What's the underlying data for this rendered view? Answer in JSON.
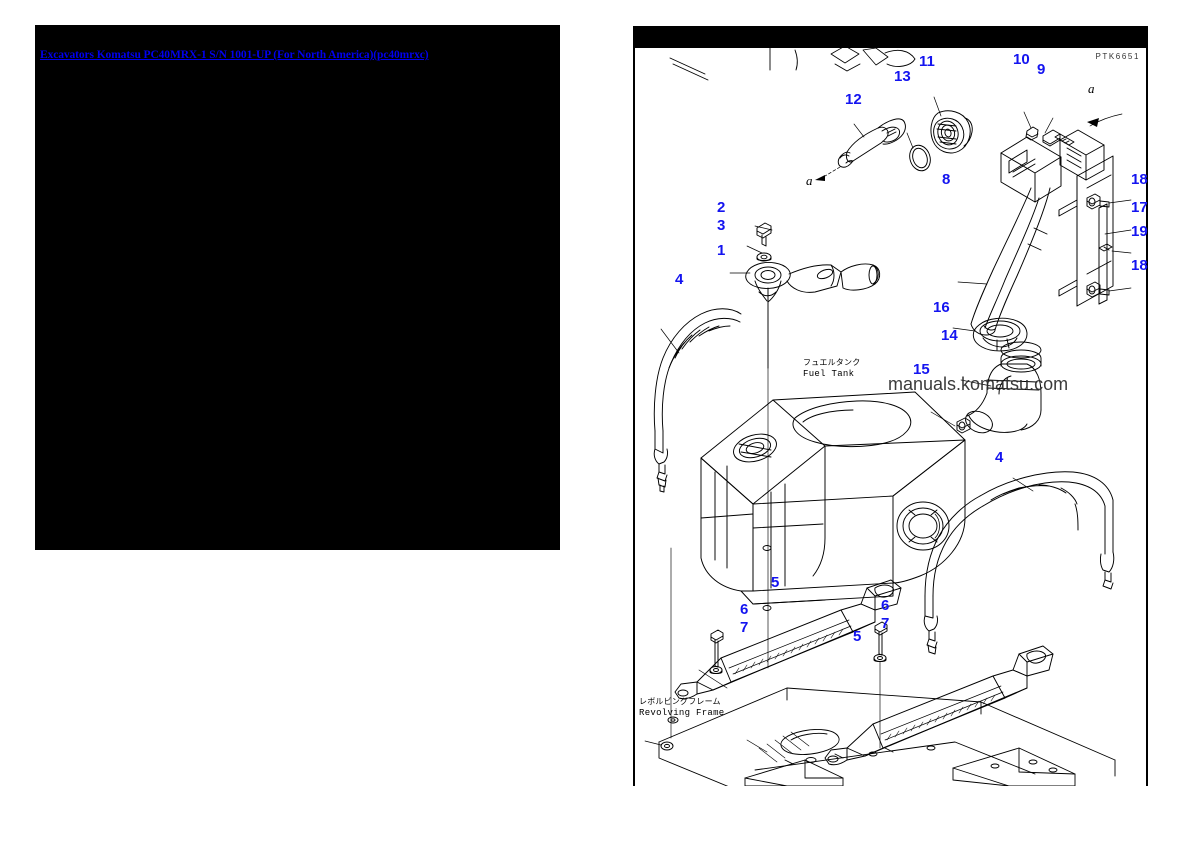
{
  "document": {
    "title_link_part1": "Excavators Komatsu ",
    "title_link_part2": "PC40MRX-1 S/N 1001-UP (For North America)(pc40mrxc)",
    "title_link_color": "#0000ee",
    "preview_background": "#000000"
  },
  "diagram": {
    "part_code": "PTK6651",
    "watermark": "manuals.komatsu.com",
    "callout_color": "#1414f0",
    "labels": [
      {
        "jp": "フュエルタンク",
        "en": "Fuel Tank"
      },
      {
        "jp": "レボルビングフレーム",
        "en": "Revolving Frame"
      }
    ],
    "section_marks": [
      "a",
      "a"
    ],
    "callouts": [
      {
        "n": "12"
      },
      {
        "n": "13"
      },
      {
        "n": "11"
      },
      {
        "n": "10"
      },
      {
        "n": "9"
      },
      {
        "n": "2"
      },
      {
        "n": "3"
      },
      {
        "n": "1"
      },
      {
        "n": "8"
      },
      {
        "n": "18"
      },
      {
        "n": "17"
      },
      {
        "n": "19"
      },
      {
        "n": "18"
      },
      {
        "n": "4"
      },
      {
        "n": "16"
      },
      {
        "n": "14"
      },
      {
        "n": "15"
      },
      {
        "n": "4"
      },
      {
        "n": "5"
      },
      {
        "n": "6"
      },
      {
        "n": "7"
      },
      {
        "n": "6"
      },
      {
        "n": "7"
      },
      {
        "n": "5"
      }
    ]
  }
}
